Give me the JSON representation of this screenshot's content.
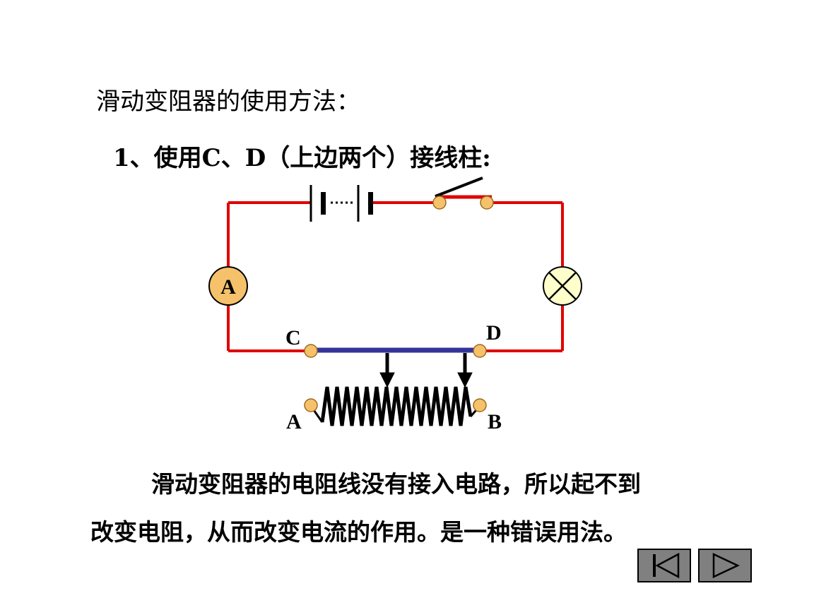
{
  "slide": {
    "title": "滑动变阻器的使用方法：",
    "subtitle": "1、使用C、D（上边两个）接线柱:",
    "explanation_line1": "滑动变阻器的电阻线没有接入电路，所以起不到",
    "explanation_line2": "改变电阻，从而改变电流的作用。是一种错误用法。"
  },
  "diagram": {
    "ammeter_label": "A",
    "terminal_c": "C",
    "terminal_d": "D",
    "terminal_a": "A",
    "terminal_b": "B",
    "wire_color": "#e00000",
    "rod_color": "#333399",
    "terminal_color": "#f5c26b",
    "ammeter_fill": "#f5c26b",
    "lamp_fill": "#ffffcc"
  },
  "navigation": {
    "first_icon": "skip-to-first-icon",
    "next_icon": "play-next-icon"
  }
}
